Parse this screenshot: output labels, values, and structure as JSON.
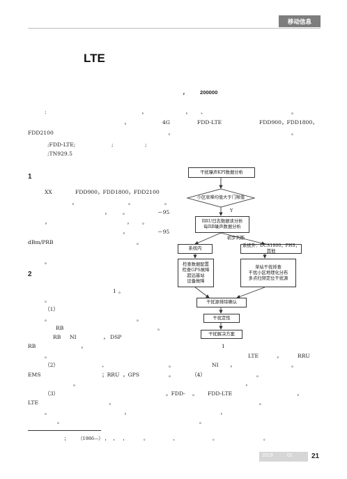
{
  "header": {
    "section_tab": "移动信息"
  },
  "title": "LTE",
  "author_line": {
    "sep": "，",
    "postcode": "200000"
  },
  "abstract": {
    "l1": [
      ":",
      "，",
      "，",
      "、",
      "。"
    ],
    "l2": [
      "，",
      "4G",
      "FDD-LTE",
      "FDD900，FDD1800，"
    ],
    "l3": [
      "FDD2100",
      "，",
      "。"
    ],
    "keywords": [
      ";FDD-LTE;",
      ";",
      ";"
    ],
    "clc": ";TN929.5"
  },
  "section1": {
    "num": "1",
    "lines": [
      [
        "XX",
        "FDD900，FDD1800，FDD2100"
      ],
      [
        "，",
        "。",
        "。"
      ],
      [
        "，",
        "。",
        "－95"
      ],
      [
        "，",
        "，",
        "。"
      ],
      [
        "，",
        "－95"
      ],
      [
        "dBm/PRB",
        "。"
      ],
      [
        "。"
      ]
    ]
  },
  "section2": {
    "num": "2",
    "l0": [
      "1",
      "。"
    ],
    "l1": "。",
    "p1": [
      "（1）"
    ],
    "p1_lines": [
      [
        "。",
        "。"
      ],
      [
        "RB",
        "。"
      ],
      [
        "RB",
        "NI",
        "，",
        "DSP"
      ],
      [
        "RB",
        "，",
        "1"
      ]
    ],
    "full_lines": [
      [
        "。",
        "LTE",
        "，",
        "RRU"
      ],
      [
        "（2）",
        "、",
        "。",
        "NI",
        "，",
        "。"
      ],
      [
        "EMS",
        "；RRU",
        "，GPS",
        "。",
        "（4）",
        "。"
      ],
      [
        "。",
        "，"
      ],
      [
        "（3）",
        "。FDD-",
        "。",
        "FDD-LTE",
        "，"
      ],
      [
        "LTE",
        "，",
        "。"
      ],
      [
        "。",
        "，",
        "，"
      ],
      [
        "。",
        "。"
      ]
    ]
  },
  "flowchart": {
    "box1": "干扰噪声KPI数据分析",
    "diamond": "小区底噪均值大于门限值",
    "yes": "Y",
    "box2_l1": "RRU日志数据读分析",
    "box2_l2": "每RB噪声数据分析",
    "branch": "初步判断",
    "left_box": "系统内",
    "right_box": "系统外：DCS1800，PHS，其他",
    "left_detail": [
      "检查数据配置",
      "检查GPS故障",
      "超远基站",
      "设备故障"
    ],
    "right_detail": [
      "单站干扰排查",
      "干扰小区地理化分布",
      "多点扫频定位干扰源"
    ],
    "box_confirm": "干扰源排除确认",
    "box_qual": "干扰定性",
    "box_solution": "干扰解决方案"
  },
  "footnote": {
    "text": [
      "；",
      "（1986—）",
      "，",
      "，",
      "，",
      "。",
      "，",
      "。",
      "。"
    ]
  },
  "footer": {
    "year": "2019",
    "issue": "01",
    "page": "21"
  }
}
